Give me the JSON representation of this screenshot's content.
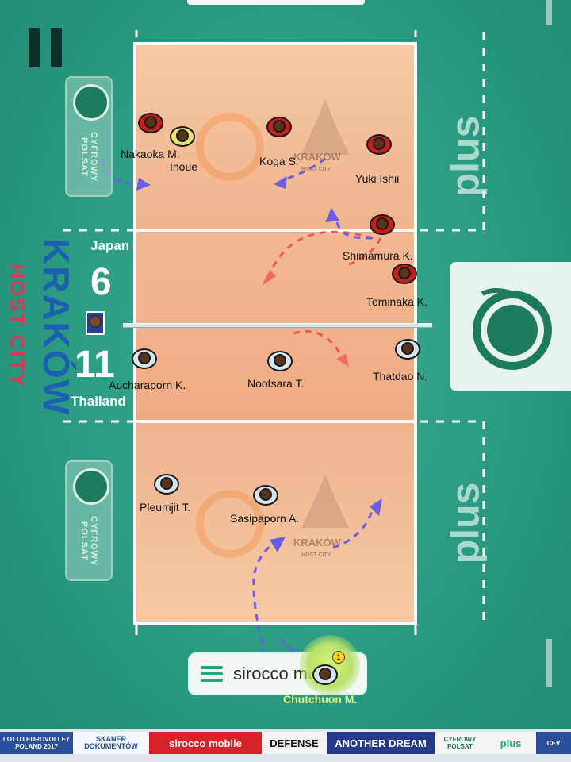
{
  "scoreboard": {
    "team_top": "Japan",
    "score_top": "6",
    "score_bottom": "11",
    "team_bottom": "Thailand"
  },
  "branding": {
    "krakow": "KRAKÓW",
    "host_city": "HOST CITY",
    "court_logo_city": "KRAKÓW",
    "court_logo_sub": "HOST CITY",
    "cyfrowy": "CYFROWY POLSAT",
    "plus": "plus"
  },
  "sponsor_board": {
    "text": "sirocco mobile"
  },
  "players": {
    "japan": [
      {
        "name": "Nakaoka M.",
        "jersey": "red"
      },
      {
        "name": "Inoue",
        "jersey": "yellow"
      },
      {
        "name": "Koga S.",
        "jersey": "red"
      },
      {
        "name": "Yuki Ishii",
        "jersey": "red"
      },
      {
        "name": "Shimamura K.",
        "jersey": "red"
      },
      {
        "name": "Tominaka K.",
        "jersey": "red"
      }
    ],
    "thailand": [
      {
        "name": "Aucharaporn K.",
        "jersey": "white"
      },
      {
        "name": "Nootsara T.",
        "jersey": "white"
      },
      {
        "name": "Thatdao N.",
        "jersey": "white"
      },
      {
        "name": "Pleumjit T.",
        "jersey": "white"
      },
      {
        "name": "Sasipaporn A.",
        "jersey": "white"
      },
      {
        "name": "Chutchuon M.",
        "jersey": "white",
        "selected": true
      }
    ]
  },
  "ad_strip": [
    "LOTTO EUROVOLLEY POLAND 2017",
    "SKANER DOKUMENTÓW",
    "sirocco mobile",
    "DEFENSE",
    "ANOTHER DREAM",
    "CYFROWY POLSAT",
    "plus",
    "CEV"
  ],
  "colors": {
    "team_japan": "#c4201f",
    "team_thailand": "#d7e6f2",
    "libero": "#e8e36c",
    "move_arrow_japan": "#f06a5a",
    "move_arrow_thailand": "#6a5de0",
    "selected_glow": "#c8e86e"
  },
  "icons": [
    "pause-icon",
    "volleyball-icon",
    "referee-stand-icon"
  ]
}
